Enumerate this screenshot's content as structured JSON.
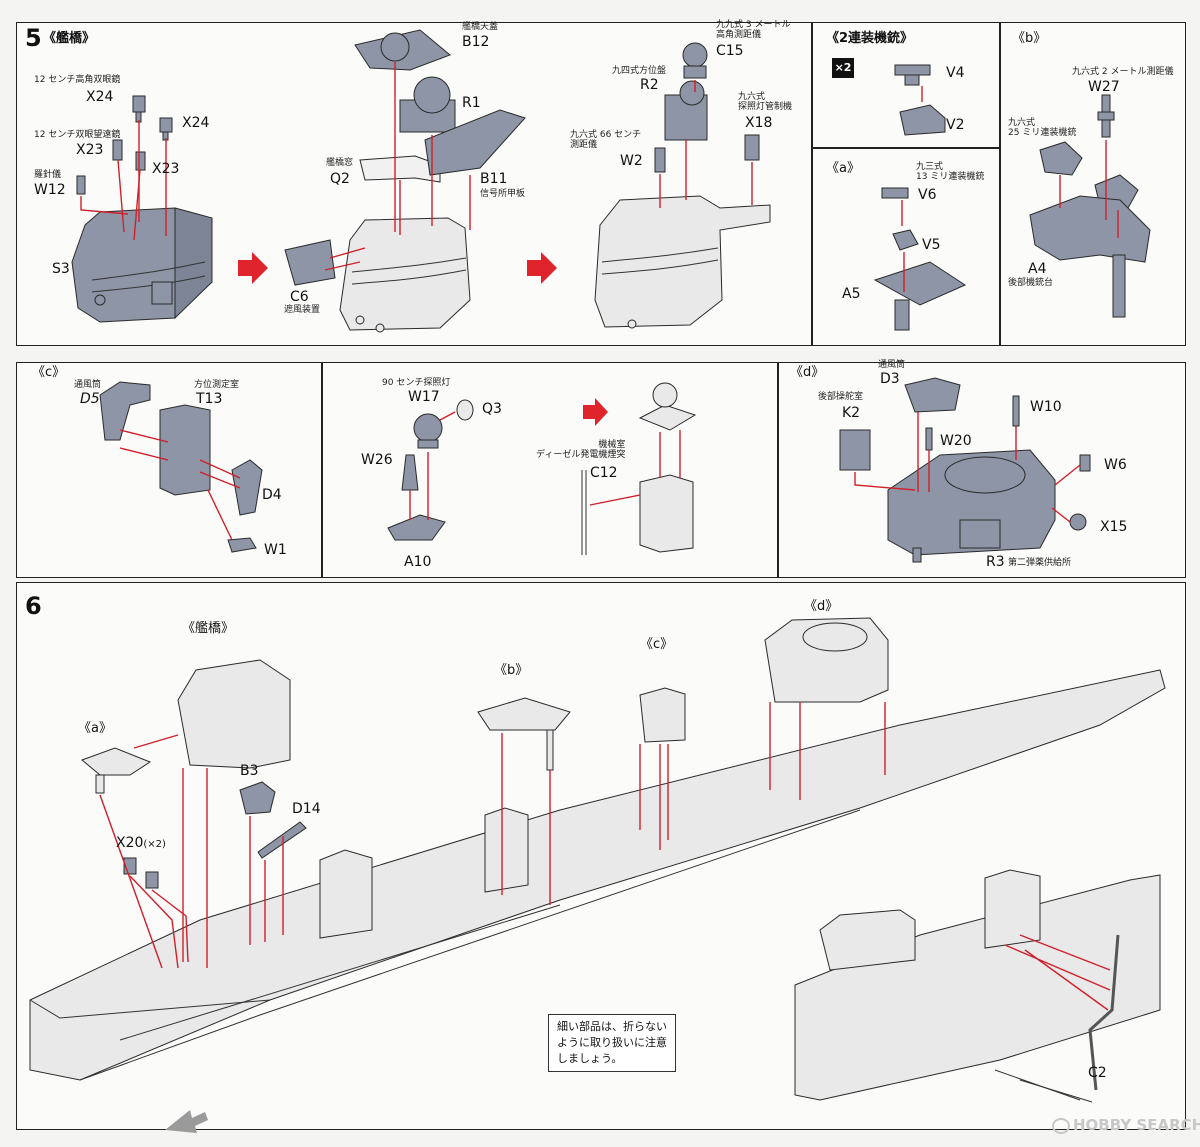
{
  "steps": {
    "step5": {
      "number": "5",
      "title": "《艦橋》"
    },
    "step6": {
      "number": "6"
    }
  },
  "headers": {
    "twin_mg": "《2連装機銃》",
    "a": "《a》",
    "b": "《b》",
    "c": "《c》",
    "d": "《d》",
    "x2_badge": "×2"
  },
  "parts": {
    "X24a": {
      "code": "X24",
      "desc": "12 センチ高角双眼鏡"
    },
    "X24b": {
      "code": "X24"
    },
    "X23a": {
      "code": "X23",
      "desc": "12 センチ双眼望遠鏡"
    },
    "X23b": {
      "code": "X23"
    },
    "W12": {
      "code": "W12",
      "desc": "羅針儀"
    },
    "S3": {
      "code": "S3"
    },
    "B12": {
      "code": "B12",
      "desc": "艦橋天蓋"
    },
    "R1": {
      "code": "R1"
    },
    "Q2": {
      "code": "Q2",
      "desc": "艦橋窓"
    },
    "B11": {
      "code": "B11",
      "desc": "信号所甲板"
    },
    "C6": {
      "code": "C6",
      "desc": "遮風装置"
    },
    "C15": {
      "code": "C15",
      "desc": "九九式 3 メートル\n高角測距儀"
    },
    "R2": {
      "code": "R2",
      "desc": "九四式方位盤"
    },
    "X18": {
      "code": "X18",
      "desc": "九六式\n探照灯管制機"
    },
    "W2": {
      "code": "W2",
      "desc": "九六式 66 センチ\n測距儀"
    },
    "V4": {
      "code": "V4"
    },
    "V2": {
      "code": "V2"
    },
    "V6": {
      "code": "V6",
      "desc": "九三式\n13 ミリ連装機銃"
    },
    "V5": {
      "code": "V5"
    },
    "A5": {
      "code": "A5"
    },
    "W27": {
      "code": "W27",
      "desc": "九六式 2 メートル測距儀"
    },
    "MG25": {
      "desc": "九六式\n25 ミリ連装機銃"
    },
    "A4": {
      "code": "A4",
      "desc": "後部機銃台"
    },
    "D5": {
      "code": "D5",
      "desc": "通風筒"
    },
    "T13": {
      "code": "T13",
      "desc": "方位測定室"
    },
    "D4": {
      "code": "D4"
    },
    "W1": {
      "code": "W1"
    },
    "W17": {
      "code": "W17",
      "desc": "90 センチ探照灯"
    },
    "Q3": {
      "code": "Q3"
    },
    "W26": {
      "code": "W26"
    },
    "A10": {
      "code": "A10"
    },
    "C12": {
      "code": "C12",
      "desc": "機械室\nディーゼル発電機煙突"
    },
    "D3": {
      "code": "D3",
      "desc": "通風筒"
    },
    "K2": {
      "code": "K2",
      "desc": "後部操舵室"
    },
    "W10": {
      "code": "W10"
    },
    "W20": {
      "code": "W20"
    },
    "W6": {
      "code": "W6"
    },
    "X15": {
      "code": "X15"
    },
    "R3": {
      "code": "R3",
      "desc": "第二弾薬供給所"
    },
    "B3": {
      "code": "B3"
    },
    "D14": {
      "code": "D14"
    },
    "X20": {
      "code": "X20",
      "qty": "(×2)"
    },
    "C2": {
      "code": "C2"
    }
  },
  "step6_labels": {
    "bridge": "《艦橋》",
    "a": "《a》",
    "b": "《b》",
    "c": "《c》",
    "d": "《d》"
  },
  "note": {
    "text": "細い部品は、折らない\nように取り扱いに注意\nしましょう。"
  },
  "watermark": {
    "text": "HOBBY SEARCH"
  },
  "colors": {
    "part_fill": "#8d95a6",
    "arrow": "#d0202a",
    "next_arrow": "#e0242c"
  }
}
